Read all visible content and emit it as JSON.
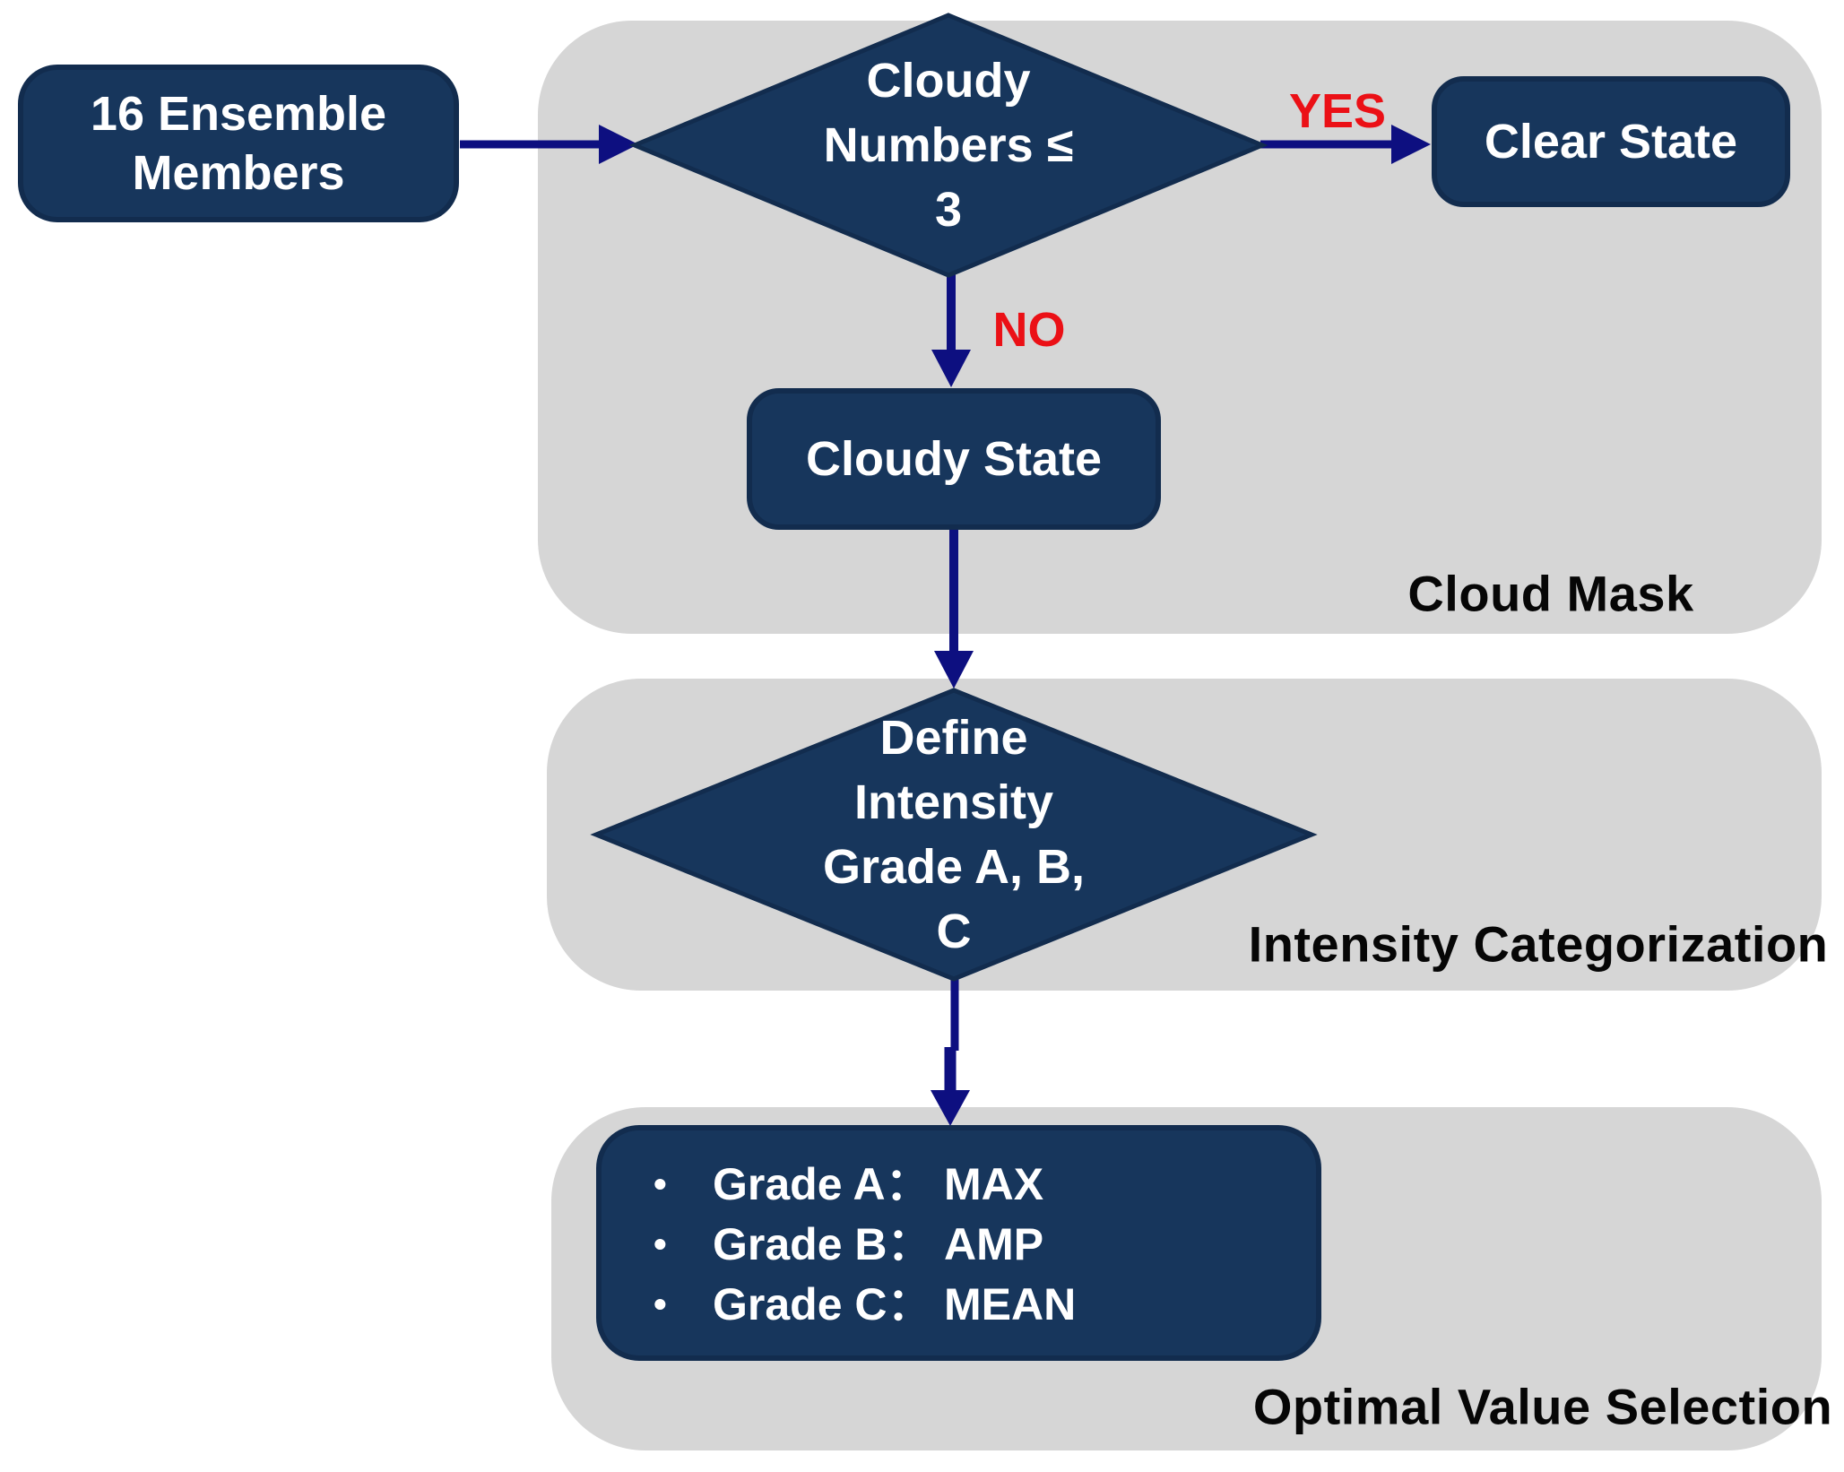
{
  "flowchart": {
    "start_node": {
      "label": "16 Ensemble Members"
    },
    "decision_cloud": {
      "lines": [
        "Cloudy",
        "Numbers ≤",
        "3"
      ]
    },
    "clear_state_node": {
      "label": "Clear State"
    },
    "cloudy_state_node": {
      "label": "Cloudy State"
    },
    "decision_intensity": {
      "lines": [
        "Define",
        "Intensity",
        "Grade A, B,",
        "C"
      ]
    },
    "optimal_node": {
      "bullet": "•",
      "items": [
        {
          "grade": "Grade A：",
          "value": "MAX"
        },
        {
          "grade": "Grade B：",
          "value": "AMP"
        },
        {
          "grade": "Grade C：",
          "value": "MEAN"
        }
      ]
    },
    "edge_labels": {
      "yes": "YES",
      "no": "NO"
    },
    "sections": {
      "cloud_mask": "Cloud Mask",
      "intensity": "Intensity Categorization",
      "optimal": "Optimal Value Selection"
    },
    "colors": {
      "node_fill": "#17365c",
      "node_border": "#122c4e",
      "panel_gray": "#d6d6d6",
      "arrow": "#0d0f80",
      "edge_label_red": "#eb1016",
      "section_label_black": "#060606",
      "node_text_white": "#ffffff",
      "background": "#ffffff"
    }
  }
}
